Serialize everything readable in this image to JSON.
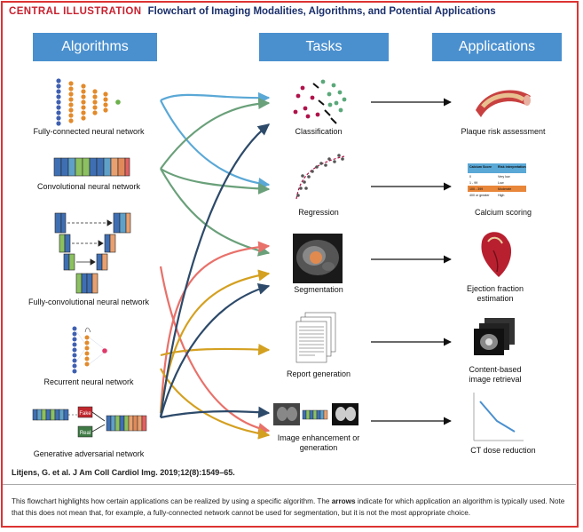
{
  "title": {
    "label": "CENTRAL ILLUSTRATION",
    "text": "Flowchart of Imaging Modalities, Algorithms, and Potential Applications"
  },
  "headers": {
    "algorithms": "Algorithms",
    "tasks": "Tasks",
    "applications": "Applications"
  },
  "algorithms": [
    "Fully-connected neural network",
    "Convolutional neural network",
    "Fully-convolutional neural network",
    "Recurrent neural network",
    "Generative adversarial network"
  ],
  "tasks": [
    "Classification",
    "Regression",
    "Segmentation",
    "Report generation",
    "Image enhancement or generation"
  ],
  "applications": [
    "Plaque risk assessment",
    "Calcium scoring",
    "Ejection fraction estimation",
    "Content-based image retrieval",
    "CT dose reduction"
  ],
  "gan_labels": {
    "fake": "Fake",
    "real": "Real"
  },
  "calcium_table": {
    "headers": [
      "Calcium Score",
      "Risk interpretation"
    ],
    "rows": [
      [
        "0",
        "Very low"
      ],
      [
        "1 - 99",
        "Low"
      ],
      [
        "100 - 399",
        "Moderate"
      ],
      [
        "400 or greater",
        "High"
      ]
    ]
  },
  "citation": "Litjens, G. et al. J Am Coll Cardiol Img. 2019;12(8):1549–65.",
  "caption": {
    "part1": "This flowchart highlights how certain applications can be realized by using a specific algorithm. The ",
    "bold": "arrows",
    "part2": " indicate for which application an algorithm is typically used. Note that this does not mean that, for example, a fully-connected network cannot be used for segmentation, but it is not the most appropriate choice."
  },
  "colors": {
    "header": "#4a90cf",
    "title_red": "#c8202e",
    "title_blue": "#1a2f6b",
    "fcn_arrow": "#5aa8d6",
    "cnn_arrow": "#6aa07a",
    "fullyconv_arrow": "#e8716a",
    "rnn_arrow": "#d4a020",
    "gan_arrow": "#2d4a6a"
  }
}
